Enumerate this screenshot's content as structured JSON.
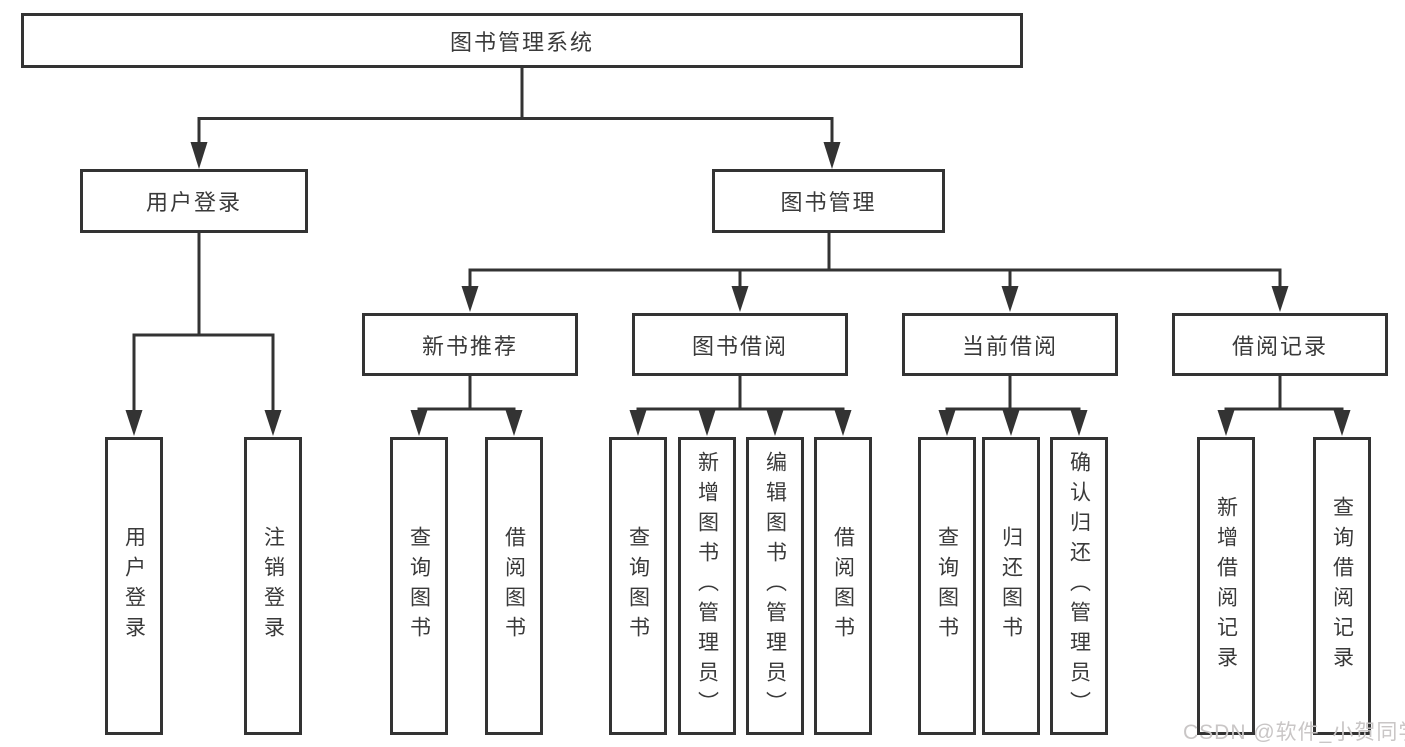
{
  "diagram_type": "hierarchy",
  "tree": {
    "label": "图书管理系统",
    "children": [
      {
        "label": "用户登录",
        "children": [
          {
            "label": "用户登录"
          },
          {
            "label": "注销登录"
          }
        ]
      },
      {
        "label": "图书管理",
        "children": [
          {
            "label": "新书推荐",
            "children": [
              {
                "label": "查询图书"
              },
              {
                "label": "借阅图书"
              }
            ]
          },
          {
            "label": "图书借阅",
            "children": [
              {
                "label": "查询图书"
              },
              {
                "label": "新增图书（管理员）"
              },
              {
                "label": "编辑图书（管理员）"
              },
              {
                "label": "借阅图书"
              }
            ]
          },
          {
            "label": "当前借阅",
            "children": [
              {
                "label": "查询图书"
              },
              {
                "label": "归还图书"
              },
              {
                "label": "确认归还（管理员）"
              }
            ]
          },
          {
            "label": "借阅记录",
            "children": [
              {
                "label": "新增借阅记录"
              },
              {
                "label": "查询借阅记录"
              }
            ]
          }
        ]
      }
    ]
  },
  "watermark": {
    "text": "CSDN @软件_小贺同学"
  },
  "colors": {
    "line": "#333333",
    "box_border": "#333333",
    "text": "#3a3a3a",
    "background": "#ffffff",
    "watermark": "#c9c6c6"
  }
}
